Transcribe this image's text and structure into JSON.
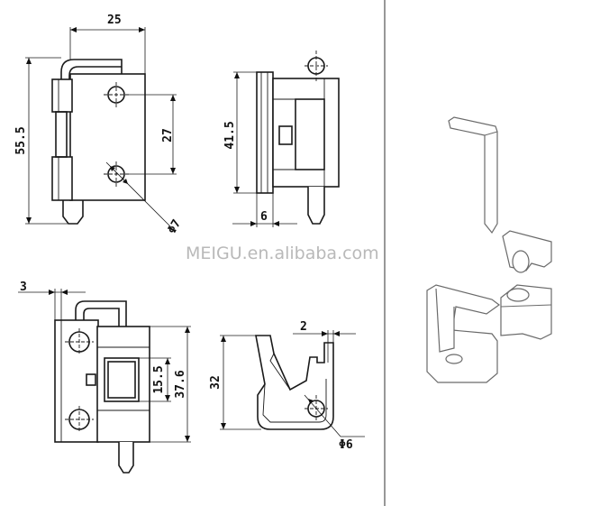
{
  "watermark": "MEIGU.en.alibaba.com",
  "dimensions": {
    "width_total": "25",
    "height_total": "55.5",
    "hole_spacing": "27",
    "hole_diameter": "Φ7",
    "side_height": "41.5",
    "side_offset": "6",
    "front_offset": "3",
    "slot_height": "15.5",
    "front_inner_height": "37.6",
    "bottom_height": "32",
    "bottom_gap": "2",
    "pin_diameter": "Φ6"
  }
}
